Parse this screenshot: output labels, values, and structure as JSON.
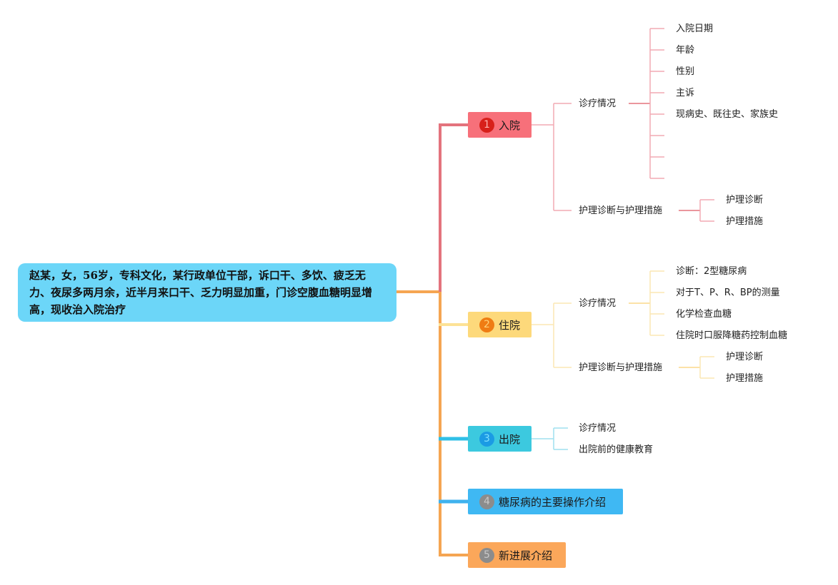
{
  "root": {
    "text": "赵某，女，56岁，专科文化，某行政单位干部，诉口干、多饮、疲乏无力、夜尿多两月余，近半月来口干、乏力明显加重，门诊空腹血糖明显增高，现收治入院治疗"
  },
  "branches": [
    {
      "number": "1",
      "label": "入院",
      "color": "#f7707a",
      "line_color": "#e3737d",
      "badge_color": "#d7201a",
      "sub_line_color": "#f2aab4",
      "children": [
        {
          "label": "诊疗情况",
          "leaves": [
            "入院日期",
            "年龄",
            "性别",
            "主诉",
            "现病史、既往史、家族史",
            "",
            "",
            ""
          ]
        },
        {
          "label": "护理诊断与护理措施",
          "leaves": [
            "护理诊断",
            "护理措施"
          ]
        }
      ]
    },
    {
      "number": "2",
      "label": "住院",
      "color": "#fdd97b",
      "line_color": "#fde296",
      "badge_color": "#ef7c13",
      "sub_line_color": "#fbe7b3",
      "children": [
        {
          "label": "诊疗情况",
          "leaves": [
            "诊断：2型糖尿病",
            "对于T、P、R、BP的测量",
            "化学检查血糖",
            "住院时口服降糖药控制血糖"
          ]
        },
        {
          "label": "护理诊断与护理措施",
          "leaves": [
            "护理诊断",
            "护理措施"
          ]
        }
      ]
    },
    {
      "number": "3",
      "label": "出院",
      "color": "#3cc9df",
      "line_color": "#2fbfe7",
      "badge_color": "#1b9be4",
      "sub_line_color": "#9fe0ef",
      "children": [
        {
          "label": "诊疗情况",
          "leaves": []
        },
        {
          "label": "出院前的健康教育",
          "leaves": []
        }
      ]
    },
    {
      "number": "4",
      "label": "糖尿病的主要操作介绍",
      "color": "#3fb8f3",
      "line_color": "#3fb2ee",
      "badge_color": "#8c8c8c",
      "children": []
    },
    {
      "number": "5",
      "label": "新进展介绍",
      "color": "#fba75a",
      "line_color": "#f5a552",
      "badge_color": "#8c8c8c",
      "children": []
    }
  ],
  "colors": {
    "root_bg": "#6cd6f8",
    "trunk": "#f5a552"
  }
}
